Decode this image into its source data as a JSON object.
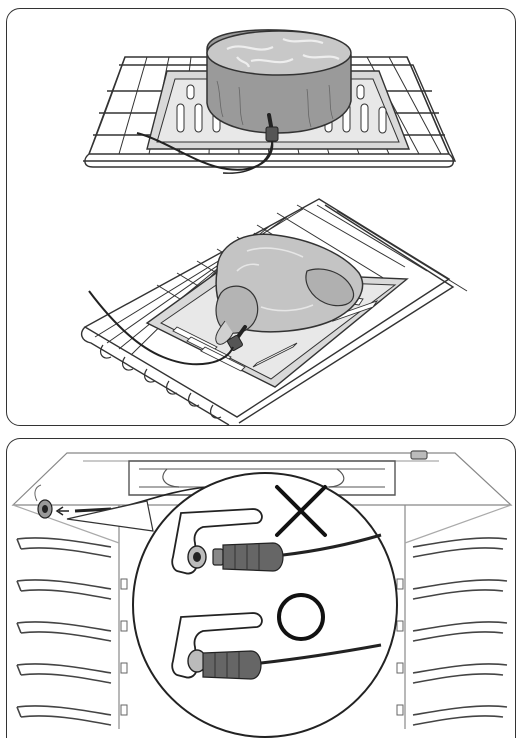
{
  "figure": {
    "top_panel": {
      "scenes": [
        "roast-on-broil-pan-with-probe",
        "chicken-on-broil-pan-with-probe"
      ]
    },
    "bottom_panel": {
      "scenes": [
        "oven-interior-probe-socket",
        "magnified-probe-connection"
      ],
      "marks": [
        {
          "name": "incorrect-mark",
          "symbol": "cross"
        },
        {
          "name": "correct-mark",
          "symbol": "circle"
        }
      ]
    },
    "colors": {
      "line": "#333333",
      "meat_fill": "#b8b8b8",
      "chicken_fill": "#c4c4c4",
      "pan_fill": "#d9d9d9",
      "panel_border": "#333333"
    }
  }
}
